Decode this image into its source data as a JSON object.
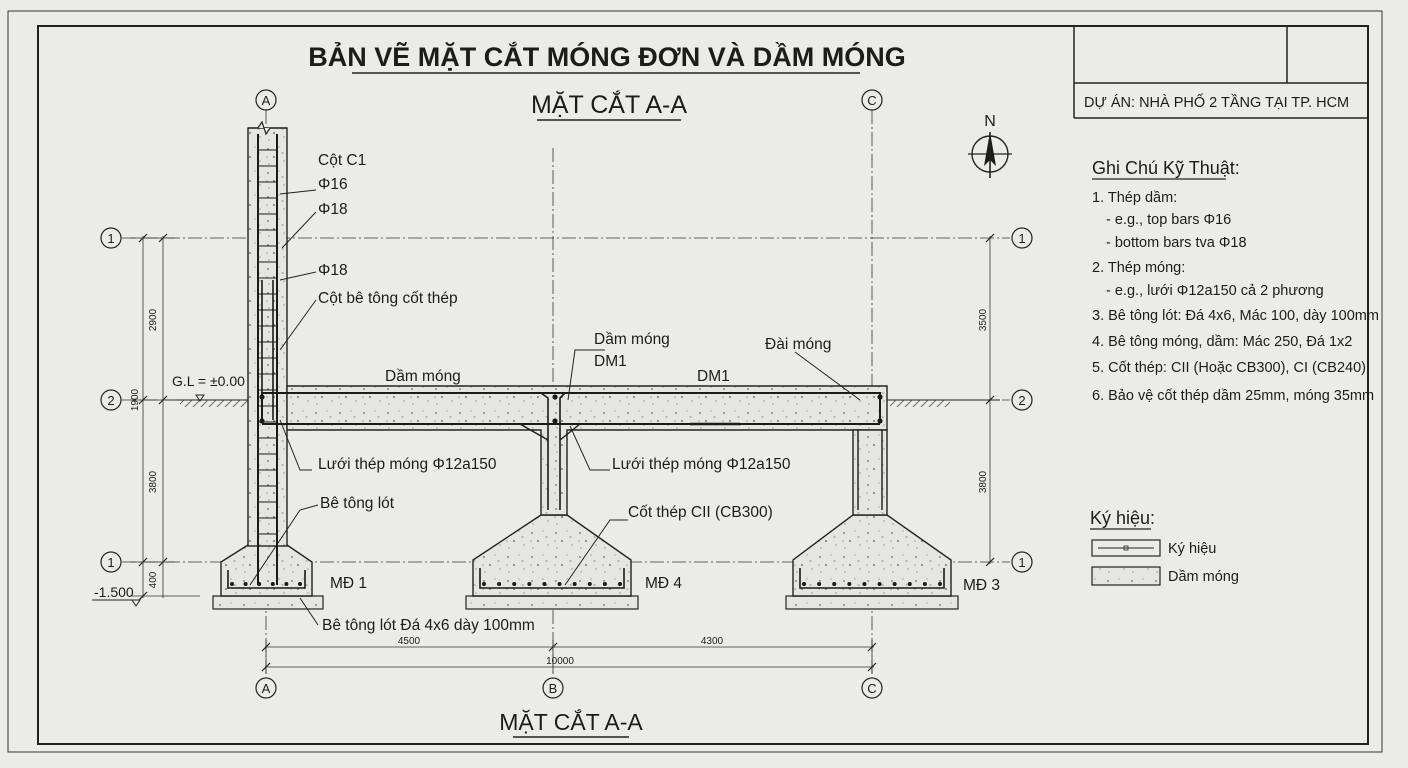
{
  "title": "BẢN VẼ MẶT CẮT MÓNG ĐƠN VÀ DẦM MÓNG",
  "section_top": "MẶT CẮT A-A",
  "section_bottom": "MẶT CẮT A-A",
  "project": "DỰ ÁN: NHÀ PHỐ 2 TẦNG TẠI TP. HCM",
  "north": "N",
  "axes": {
    "a": "A",
    "b": "B",
    "c": "C",
    "r1": "1",
    "r2": "2"
  },
  "labels": {
    "column": "Cột C1",
    "phi16": "Φ16",
    "phi18a": "Φ18",
    "phi18b": "Φ18",
    "rc_column": "Cột bê tông cốt thép",
    "gl": "G.L = ±0.00",
    "beam_left": "Dầm móng",
    "beam_mid1": "Dầm móng",
    "beam_mid2": "DM1",
    "beam_right": "DM1",
    "footing_cap": "Đài móng",
    "mesh_left": "Lưới thép móng Φ12a150",
    "mesh_right": "Lưới thép móng Φ12a150",
    "lean": "Bê tông lót",
    "steel": "Cốt thép CII (CB300)",
    "md1": "MĐ 1",
    "md4": "MĐ 4",
    "md3": "MĐ 3",
    "lean_base": "Bê tông lót Đá 4x6 dày 100mm",
    "level": "-1.500"
  },
  "dims": {
    "left_top": "2900",
    "left_mid": "1900",
    "left_low": "3800",
    "left_bot": "400",
    "right_top": "3500",
    "right_low": "3800",
    "span1": "4500",
    "span2": "4300",
    "total": "10000"
  },
  "notes": {
    "heading": "Ghi Chú Kỹ Thuật:",
    "items": [
      "1. Thép dầm:",
      "- e.g., top bars Φ16",
      "- bottom bars tva Φ18",
      "2. Thép móng:",
      "- e.g., lưới Φ12a150 cả 2 phương",
      "3. Bê tông lót: Đá 4x6, Mác 100, dày 100mm",
      "4. Bê tông móng, dầm: Mác 250, Đá 1x2",
      "5. Cốt thép: CII (Hoặc CB300), CI (CB240)",
      "6. Bảo vệ cốt thép dầm 25mm, móng 35mm"
    ]
  },
  "legend": {
    "heading": "Ký hiệu:",
    "line": "Ký hiệu",
    "fill": "Dầm móng"
  }
}
